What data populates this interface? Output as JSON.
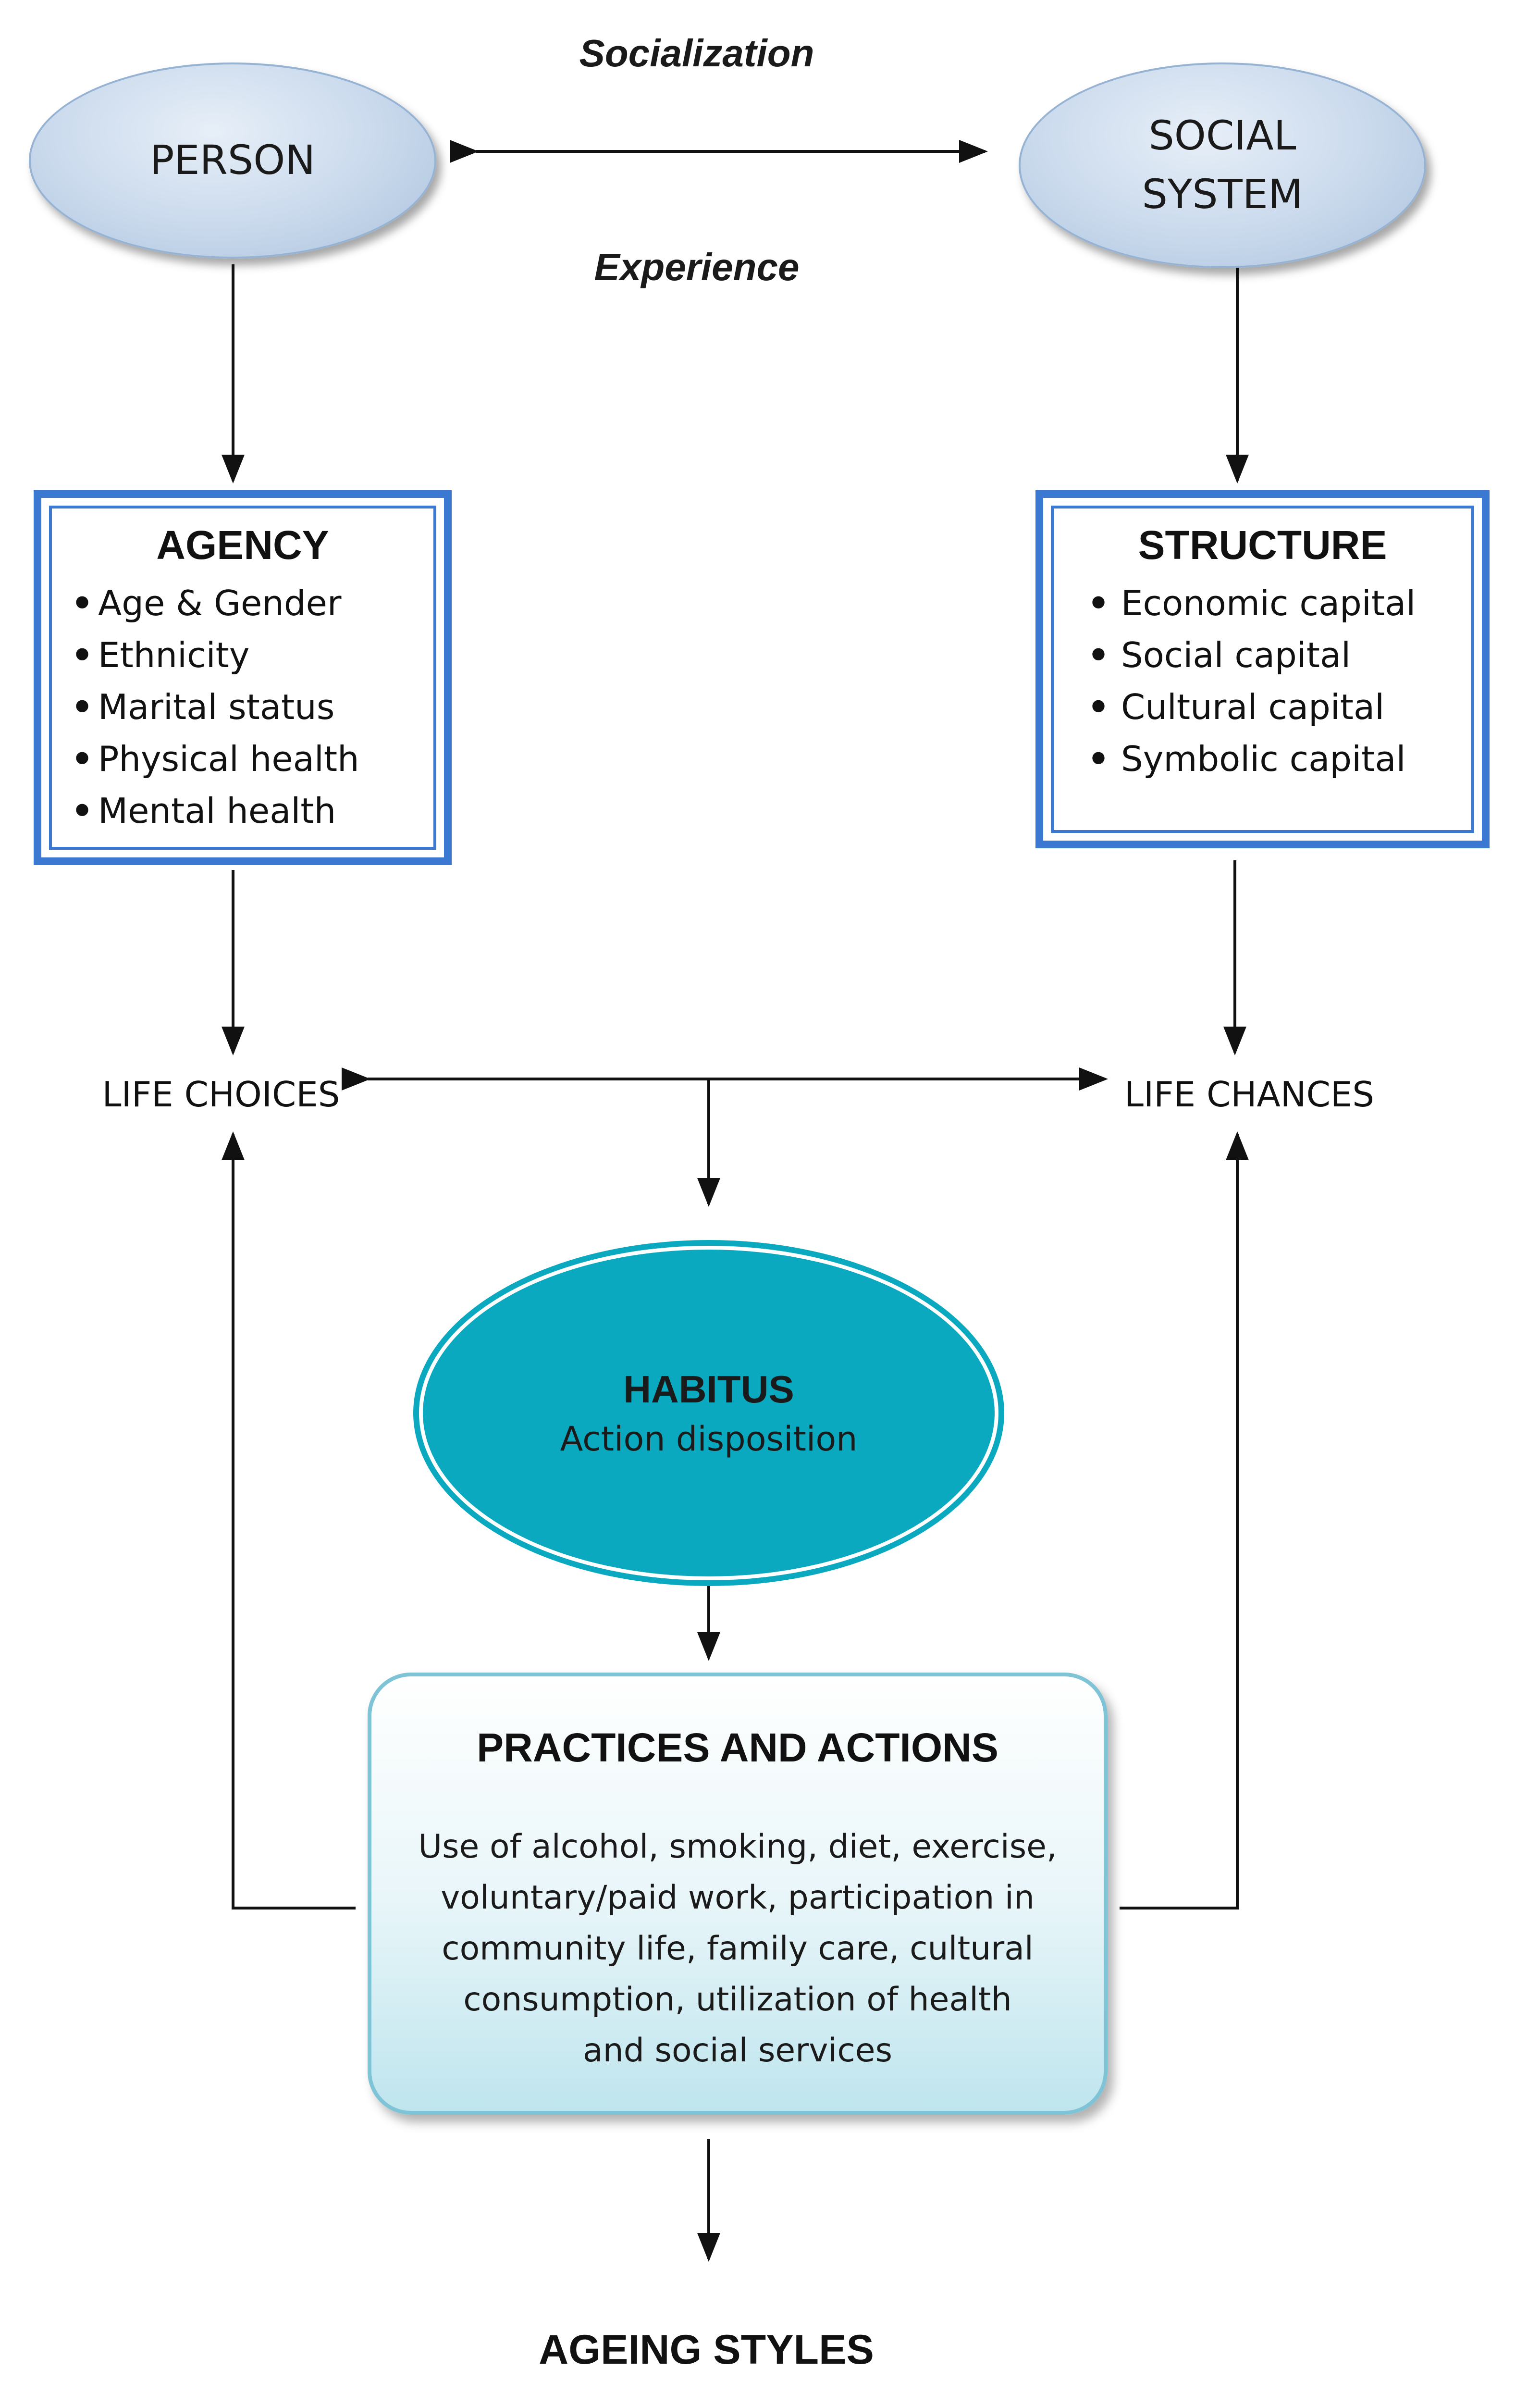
{
  "labels": {
    "socialization": "Socialization",
    "experience": "Experience"
  },
  "person": {
    "text": "PERSON"
  },
  "social_system": {
    "line1": "SOCIAL",
    "line2": "SYSTEM"
  },
  "agency": {
    "title": "AGENCY",
    "items": [
      "Age & Gender",
      "Ethnicity",
      "Marital status",
      "Physical health",
      "Mental health"
    ]
  },
  "structure": {
    "title": "STRUCTURE",
    "items": [
      "Economic capital",
      "Social capital",
      "Cultural capital",
      "Symbolic capital"
    ]
  },
  "life_choices": "LIFE CHOICES",
  "life_chances": "LIFE CHANCES",
  "habitus": {
    "title": "HABITUS",
    "subtitle": "Action disposition"
  },
  "practices": {
    "title": "PRACTICES AND ACTIONS",
    "lines": [
      "Use of alcohol, smoking, diet, exercise,",
      "voluntary/paid work, participation in",
      "community life, family care, cultural",
      "consumption, utilization of health",
      "and social services"
    ]
  },
  "ageing_styles": "AGEING STYLES",
  "colors": {
    "ellipse_fill": "#c9d9ec",
    "box_border": "#3a78d2",
    "habitus_fill": "#0aa9bf",
    "practices_border": "#7ec3d6",
    "arrow": "#111111"
  }
}
